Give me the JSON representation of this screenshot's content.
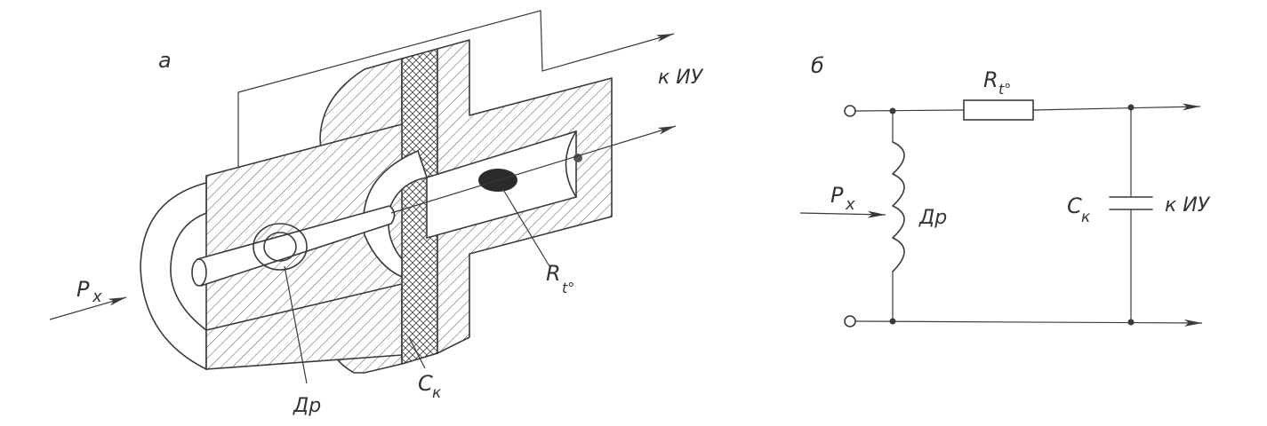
{
  "panel_a": {
    "panel_label": "a",
    "input_label": "P",
    "input_sub": "x",
    "output_label": "к ИУ",
    "choke_label": "Др",
    "capacitor_label": "C",
    "capacitor_sub": "к",
    "thermistor_label": "R",
    "thermistor_sub": "t°"
  },
  "panel_b": {
    "panel_label": "б",
    "input_label": "P",
    "input_sub": "x",
    "thermistor_label": "R",
    "thermistor_sub": "t°",
    "choke_label": "Др",
    "capacitor_label": "C",
    "capacitor_sub": "к",
    "output_label": "к ИУ"
  },
  "colors": {
    "ink": "#3a3a3a",
    "paper": "#ffffff",
    "thermistor_bead": "#2b2b2b"
  }
}
